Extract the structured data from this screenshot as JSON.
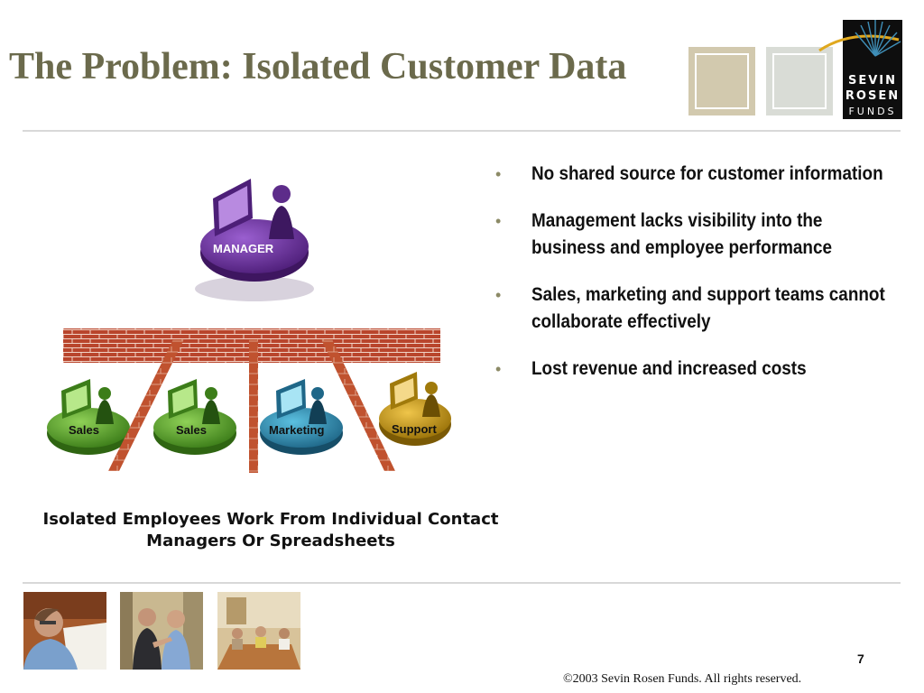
{
  "slide": {
    "title": "The Problem: Isolated Customer Data",
    "page_number": "7",
    "copyright": "©2003 Sevin Rosen Funds. All rights reserved."
  },
  "logo": {
    "line1": "SEVIN",
    "line2": "ROSEN",
    "line3": "FUNDS"
  },
  "bullets": [
    "No shared source for customer information",
    "Management lacks visibility into the business and employee performance",
    "Sales, marketing and support teams cannot collaborate effectively",
    "Lost revenue and increased costs"
  ],
  "bullet_symbol": "•",
  "diagram": {
    "manager_label": "MANAGER",
    "roles": [
      "Sales",
      "Sales",
      "Marketing",
      "Support"
    ],
    "colors": {
      "manager": "#6a2f9a",
      "sales": "#5aa62c",
      "marketing": "#2f8fb4",
      "support": "#c79a15",
      "brick": "#b9452c"
    },
    "caption": "Isolated Employees Work From Individual Contact Managers Or Spreadsheets"
  },
  "colors": {
    "title": "#6b6a4c",
    "deco_tan": "#d2c9ae",
    "deco_gray": "#d9dcd6",
    "rule": "#d8d8d8"
  }
}
